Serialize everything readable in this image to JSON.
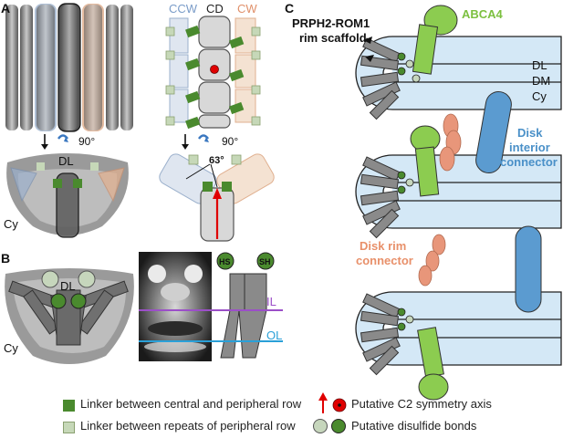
{
  "panels": {
    "A": "A",
    "B": "B",
    "C": "C"
  },
  "panelA": {
    "header_ccw": "CCW",
    "header_cd": "CD",
    "header_cw": "CW",
    "rotation_left": "90°",
    "rotation_right": "90°",
    "label_dl": "DL",
    "label_cy": "Cy",
    "angle": "63°"
  },
  "panelB": {
    "label_dl": "DL",
    "label_cy": "Cy",
    "label_hs": "HS",
    "label_sh": "SH",
    "label_il": "IL",
    "label_ol": "OL"
  },
  "panelC": {
    "scaffold_line1": "PRPH2-ROM1",
    "scaffold_line2": "rim scaffold",
    "abca4": "ABCA4",
    "dl": "DL",
    "dm": "DM",
    "cy": "Cy",
    "interior_line1": "Disk",
    "interior_line2": "interior",
    "interior_line3": "connector",
    "rim_line1": "Disk rim",
    "rim_line2": "connector"
  },
  "legend": {
    "central_linker": "Linker between central and peripheral row",
    "peripheral_linker": "Linker between repeats of peripheral row",
    "symmetry_axis": "Putative C2 symmetry axis",
    "disulfide": "Putative disulfide bonds"
  },
  "colors": {
    "dark_green": "#4a8a2e",
    "light_green_square": "#c6d8b8",
    "abca4_green": "#8ccc50",
    "blue_connector": "#5b9bd0",
    "orange_connector": "#e8967a",
    "ccw_blue": "#9bb0cc",
    "cw_orange": "#e0b090",
    "gray_repeat": "#8a8a8a",
    "membrane_blue": "#d4e8f6",
    "il_purple": "#9b4fc8",
    "ol_cyan": "#2aa0d8",
    "red_arrow": "#e00000",
    "label_blue": "#4a90c8",
    "label_orange": "#e8906a"
  }
}
